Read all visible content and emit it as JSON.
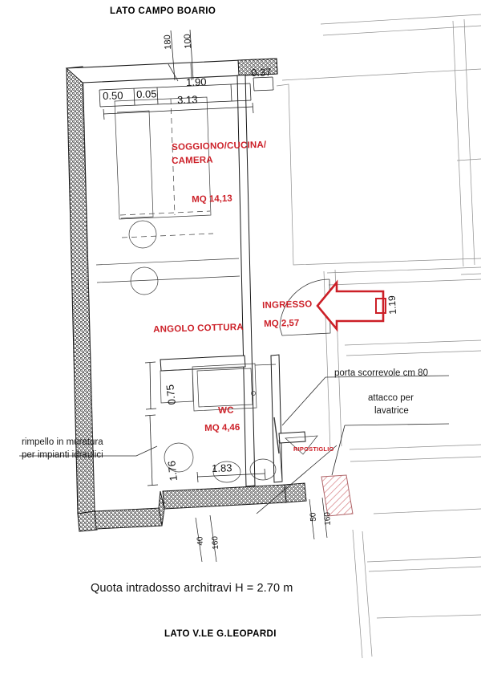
{
  "document": {
    "type": "floor-plan",
    "title_top": "LATO CAMPO BOARIO",
    "title_bottom": "LATO V.LE G.LEOPARDI",
    "caption": "Quota intradosso architravi H = 2.70 m"
  },
  "colors": {
    "annotation_red": "#cc1f27",
    "line_black": "#1a1a1a",
    "line_grey": "#7b7b7b",
    "hatch_pink": "#d9888c"
  },
  "rooms": [
    {
      "id": "soggiorno",
      "name": "SOGGIONO/CUCINA/",
      "name2": "CAMERA",
      "area": "MQ 14,13"
    },
    {
      "id": "ingresso",
      "name": "INGRESSO",
      "area": "MQ 2,57"
    },
    {
      "id": "wc",
      "name": "WC",
      "area": "MQ 4,46"
    },
    {
      "id": "angolo-cottura",
      "name": "ANGOLO COTTURA",
      "area": ""
    },
    {
      "id": "ripostiglio",
      "name": "RIPOSTIGLIO",
      "area": ""
    }
  ],
  "dimensions": {
    "top_row_small": [
      "180",
      "100"
    ],
    "top_row_main": [
      "0.50",
      "0.05",
      "1.90",
      "0.37"
    ],
    "top_overall": "3.13",
    "right_door": "1.19",
    "wc_left_upper": "0.75",
    "wc_left_lower": "1.76",
    "wc_bottom": "1.83",
    "bottom_small_left": [
      "40",
      "160"
    ],
    "bottom_small_right": [
      "50",
      "160"
    ]
  },
  "annotations": [
    {
      "id": "rimpello",
      "line1": "rimpello in muratura",
      "line2": "per impianti idraulici"
    },
    {
      "id": "porta-scorrevole",
      "line1": "porta scorrevole cm 80",
      "line2": ""
    },
    {
      "id": "attacco-lavatrice",
      "line1": "attacco per",
      "line2": "lavatrice"
    }
  ]
}
